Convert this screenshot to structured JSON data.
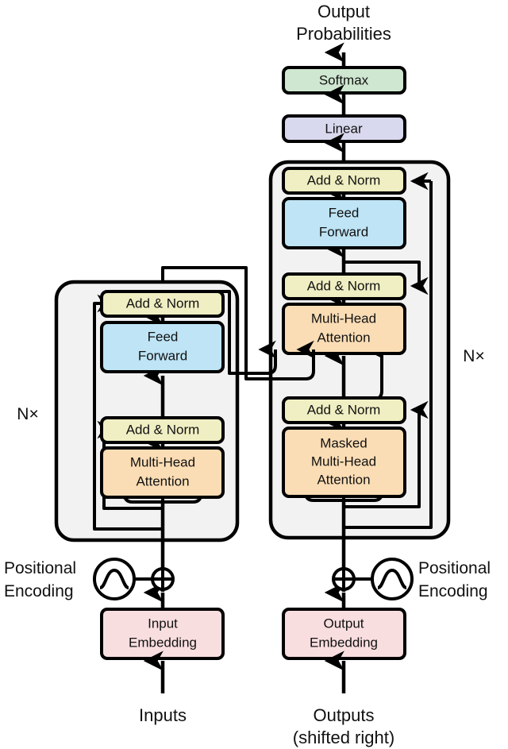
{
  "figure": {
    "title": "Transformer model architecture",
    "colors": {
      "softmax": "#cfe7d0",
      "linear": "#d8d9ee",
      "add_norm": "#f0efc3",
      "feed_forward": "#bee4f5",
      "attention": "#fbddb5",
      "embedding": "#f9dee0",
      "stack_fill": "#f2f2f2",
      "stroke": "#000000"
    }
  },
  "top": {
    "output_probabilities_line1": "Output",
    "output_probabilities_line2": "Probabilities",
    "softmax": "Softmax",
    "linear": "Linear"
  },
  "encoder": {
    "repeat_label": "N×",
    "blocks": [
      {
        "label": "Add & Norm",
        "kind": "add-norm"
      },
      {
        "label_line1": "Feed",
        "label_line2": "Forward",
        "kind": "feed-forward"
      },
      {
        "label": "Add & Norm",
        "kind": "add-norm"
      },
      {
        "label_line1": "Multi-Head",
        "label_line2": "Attention",
        "kind": "attention"
      }
    ],
    "positional_encoding_line1": "Positional",
    "positional_encoding_line2": "Encoding",
    "embedding_line1": "Input",
    "embedding_line2": "Embedding",
    "input_label": "Inputs"
  },
  "decoder": {
    "repeat_label": "N×",
    "blocks": [
      {
        "label": "Add & Norm",
        "kind": "add-norm"
      },
      {
        "label_line1": "Feed",
        "label_line2": "Forward",
        "kind": "feed-forward"
      },
      {
        "label": "Add & Norm",
        "kind": "add-norm"
      },
      {
        "label_line1": "Multi-Head",
        "label_line2": "Attention",
        "kind": "attention"
      },
      {
        "label": "Add & Norm",
        "kind": "add-norm"
      },
      {
        "label_line1": "Masked",
        "label_line2": "Multi-Head",
        "label_line3": "Attention",
        "kind": "attention"
      }
    ],
    "positional_encoding_line1": "Positional",
    "positional_encoding_line2": "Encoding",
    "embedding_line1": "Output",
    "embedding_line2": "Embedding",
    "input_label_line1": "Outputs",
    "input_label_line2": "(shifted right)"
  }
}
